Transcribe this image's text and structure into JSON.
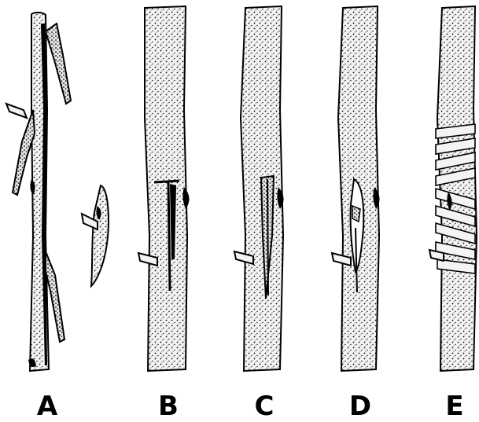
{
  "figure": {
    "panels": [
      {
        "id": "a",
        "label": "A"
      },
      {
        "id": "b",
        "label": "B"
      },
      {
        "id": "c",
        "label": "C"
      },
      {
        "id": "d",
        "label": "D"
      },
      {
        "id": "e",
        "label": "E"
      }
    ],
    "colors": {
      "ink": "#000000",
      "paper": "#ffffff",
      "bark": "#f4f4f4"
    }
  }
}
